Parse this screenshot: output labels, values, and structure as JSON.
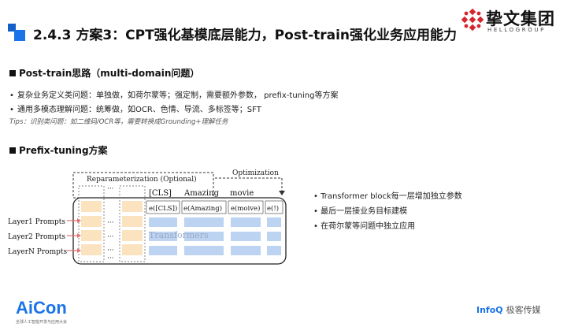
{
  "header": {
    "title": "2.4.3 方案3：CPT强化基模底层能力，Post-train强化业务应用能力",
    "logo_main": "挚文集团",
    "logo_sub": "HELLOGROUP"
  },
  "section1": {
    "heading": "Post-train思路（multi-domain问题）",
    "bullets": [
      "复杂业务定义类问题：单独做，如荷尔蒙等；强定制，需要额外参数， prefix-tuning等方案",
      "通用多模态理解问题：统筹做，如OCR、色情、导流、多标签等；SFT"
    ],
    "tips": "Tips：识别类问题：如二维码/OCR等，需要转换成Grounding+理解任务"
  },
  "section2": {
    "heading": "Prefix-tuning方案"
  },
  "diagram": {
    "reparam_label": "Reparameterization (Optional)",
    "optimization_label": "Optimization",
    "tokens": [
      "[CLS]",
      "Amazing",
      "movie",
      ""
    ],
    "embeddings": [
      "e([CLS])",
      "e(Amazing)",
      "e(moive)",
      "e(!)"
    ],
    "row_labels": [
      "Layer1 Prompts",
      "Layer2 Prompts",
      "LayerN Prompts"
    ],
    "transformers_label": "Transformers",
    "ellipsis": "···",
    "colors": {
      "prompt": "#fbe3c0",
      "token": "#bcd3f2",
      "arrow": "#e07070"
    }
  },
  "right_bullets": [
    "Transformer block每一层增加独立参数",
    "最后一层接业务目标建模",
    "在荷尔蒙等问题中独立应用"
  ],
  "footer": {
    "aicon": "AiCon",
    "aicon_sub": "全球人工智能开发与应用大会",
    "infoq": "InfoQ",
    "infoq_cn": "极客传媒"
  }
}
